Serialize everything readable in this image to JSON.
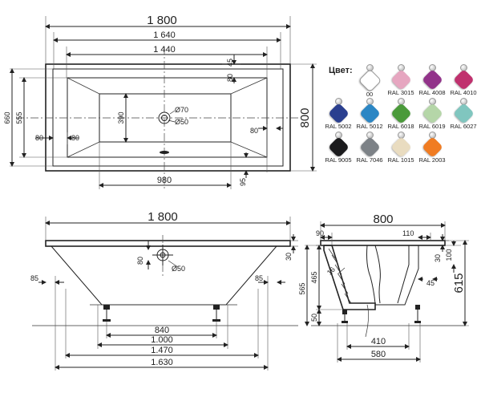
{
  "top_view": {
    "dims": {
      "length": "1 800",
      "inner_length": "1 640",
      "bowl_length": "1 440",
      "width": "800",
      "height_660": "660",
      "height_555": "555",
      "bowl_390": "390",
      "drain_70": "Ø70",
      "drain_50": "Ø50",
      "dist_980": "980",
      "offset_45": "45",
      "offset_80_top": "80",
      "offset_80_left_outer": "80",
      "offset_80_left_inner": "80",
      "offset_80_right": "80",
      "offset_95": "95"
    }
  },
  "front_view": {
    "dims": {
      "length": "1 800",
      "d840": "840",
      "d1000": "1.000",
      "d1470": "1.470",
      "d1630": "1.630",
      "left_85": "85",
      "right_85": "85",
      "drain_80": "80",
      "drain_50": "Ø50",
      "rim_30": "30"
    }
  },
  "side_view": {
    "dims": {
      "width": "800",
      "d90": "90",
      "d110": "110",
      "d16": "16",
      "d465": "465",
      "d565": "565",
      "d50": "50",
      "d30": "30",
      "d100": "100",
      "d45": "45",
      "d615": "615",
      "d410": "410",
      "d580": "580"
    }
  },
  "palette": {
    "title": "Цвет:",
    "colors": [
      {
        "code": "00",
        "hex": "#ffffff"
      },
      {
        "code": "RAL 3015",
        "hex": "#e6a6c0"
      },
      {
        "code": "RAL 4008",
        "hex": "#92338a"
      },
      {
        "code": "RAL 4010",
        "hex": "#c0316e"
      },
      {
        "code": "RAL 5002",
        "hex": "#2a3f8f"
      },
      {
        "code": "RAL 5012",
        "hex": "#2b86c4"
      },
      {
        "code": "RAL 6018",
        "hex": "#4a9a3a"
      },
      {
        "code": "RAL 6019",
        "hex": "#b5d6a8"
      },
      {
        "code": "RAL 6027",
        "hex": "#80c6bf"
      },
      {
        "code": "RAL 9005",
        "hex": "#1b1b1d"
      },
      {
        "code": "RAL 7046",
        "hex": "#7d8287"
      },
      {
        "code": "RAL 1015",
        "hex": "#e9dcc0"
      },
      {
        "code": "RAL 2003",
        "hex": "#f07c22"
      }
    ]
  }
}
